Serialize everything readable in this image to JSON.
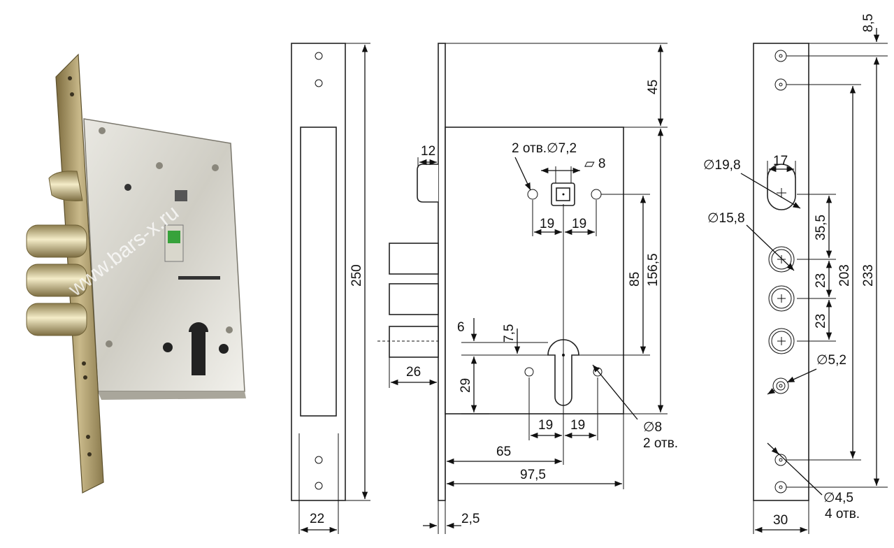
{
  "watermark": "www.bars-x.ru",
  "dimensions": {
    "strike_width": "22",
    "strike_height": "250",
    "body_top": "45",
    "body_height": "156,5",
    "center_to_spindle": "85",
    "front_plate_edge": "12",
    "spindle_holes": "2 отв.∅7,2",
    "spindle_square": "▱ 8",
    "spindle_left": "19",
    "spindle_right": "19",
    "cyl_offset_6": "6",
    "cyl_offset_75": "7,5",
    "cyl_height": "29",
    "bolt_projection": "26",
    "cyl_left": "19",
    "cyl_right": "19",
    "hole_8": "∅8",
    "hole_8_count": "2 отв.",
    "backset": "65",
    "body_width": "97,5",
    "plate_thickness": "2,5",
    "faceplate_top": "8,5",
    "hole_198": "∅19,8",
    "hole_17": "17",
    "hole_158": "∅15,8",
    "spacing_355": "35,5",
    "spacing_23a": "23",
    "spacing_23b": "23",
    "spacing_203": "203",
    "spacing_233": "233",
    "hole_52": "∅5,2",
    "hole_45": "∅4,5",
    "hole_45_count": "4 отв.",
    "faceplate_width": "30"
  }
}
